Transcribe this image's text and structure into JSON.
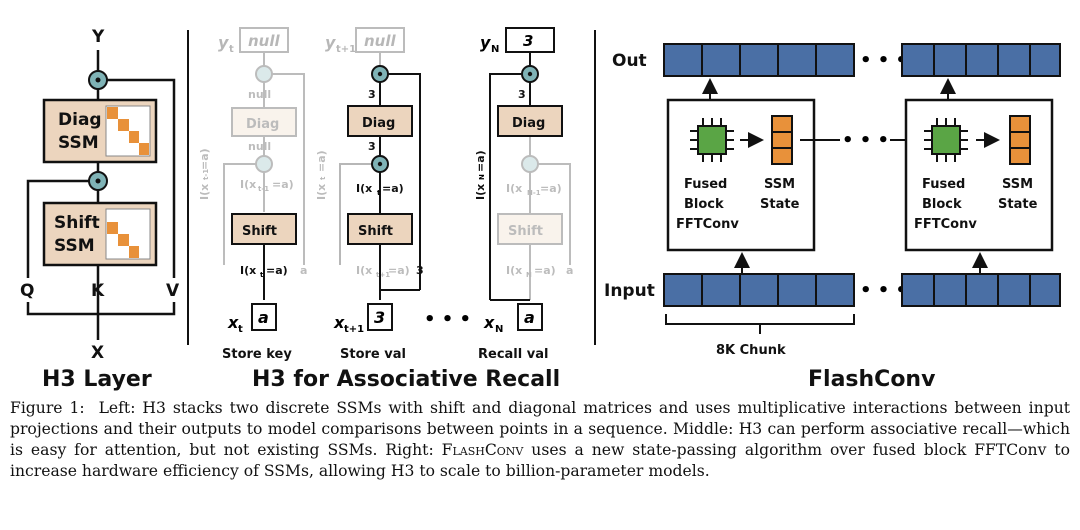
{
  "h3_layer": {
    "title": "H3 Layer",
    "output": "Y",
    "input": "X",
    "q": "Q",
    "k": "K",
    "v": "V",
    "diag_ssm": [
      "Diag",
      "SSM"
    ],
    "shift_ssm": [
      "Shift",
      "SSM"
    ]
  },
  "recall": {
    "title": "H3 for Associative Recall",
    "col1": {
      "y": "y",
      "y_sub": "t",
      "out": "null",
      "top_val": "null",
      "mid_val": "null",
      "diag": "Diag",
      "side_label": "I(x",
      "side_sub": "t-1",
      "side_tail": "=a)",
      "cross_label": "I(x",
      "cross_sub": "t-1",
      "cross_tail": "=a)",
      "shift": "Shift",
      "shift_out": "I(x",
      "shift_out_sub": "t",
      "shift_out_tail": "=a)",
      "right_val": "a",
      "x": "x",
      "x_sub": "t",
      "x_val": "a",
      "caption": "Store key"
    },
    "col2": {
      "y": "y",
      "y_sub": "t+1",
      "out": "null",
      "top_val": "3",
      "mid_val": "3",
      "diag": "Diag",
      "side_label": "I(x",
      "side_sub": "t",
      "side_tail": "=a)",
      "cross_label": "I(x",
      "cross_sub": "t",
      "cross_tail": "=a)",
      "shift": "Shift",
      "shift_out": "I(x",
      "shift_out_sub": "t+1",
      "shift_out_tail": "=a)",
      "right_val": "3",
      "x": "x",
      "x_sub": "t+1",
      "x_val": "3",
      "caption": "Store val"
    },
    "col3": {
      "y": "y",
      "y_sub": "N",
      "out": "3",
      "top_val": "3",
      "diag": "Diag",
      "side_label": "I(x",
      "side_sub": "N",
      "side_tail": "=a)",
      "cross_label": "I(x",
      "cross_sub": "N-1",
      "cross_tail": "=a)",
      "shift": "Shift",
      "shift_out": "I(x",
      "shift_out_sub": "N",
      "shift_out_tail": "=a)",
      "right_val": "a",
      "x": "x",
      "x_sub": "N",
      "x_val": "a",
      "caption": "Recall val"
    },
    "dots": "• • •"
  },
  "flashconv": {
    "title": "FlashConv",
    "out": "Out",
    "input": "Input",
    "fused": [
      "Fused",
      "Block",
      "FFTConv"
    ],
    "ssm_state": [
      "SSM",
      "State"
    ],
    "chunk": "8K Chunk",
    "dots": "• • •"
  },
  "colors": {
    "ssm_box": "#ecd5be",
    "matrix": "#e8913a",
    "token": "#4a6fa5",
    "chip": "#5aa545",
    "node": "#7fb3b6"
  },
  "caption": {
    "label": "Figure 1:",
    "part1": "Left: H3 stacks two discrete SSMs with shift and diagonal matrices and uses multiplicative interactions between input projections and their outputs to model comparisons between points in a sequence. Middle: H3 can perform associative recall—which is easy for attention, but not existing SSMs. Right:",
    "smallcaps": "FlashConv",
    "part2": "uses a new state-passing algorithm over fused block FFTConv to increase hardware efficiency of SSMs, allowing H3 to scale to billion-parameter models."
  }
}
